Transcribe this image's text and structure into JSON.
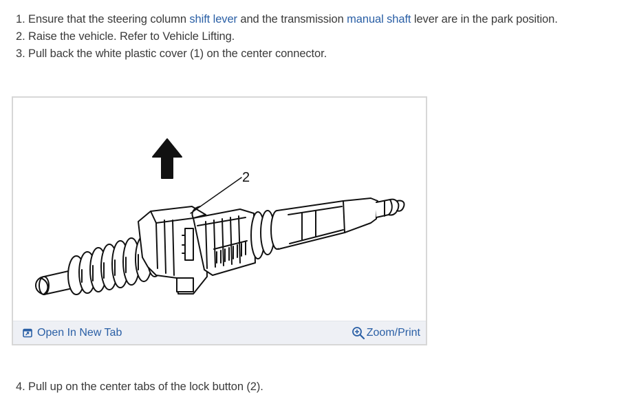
{
  "steps": {
    "s1": {
      "number": "1.",
      "text_a": " Ensure that the steering column ",
      "link_a": "shift lever",
      "text_b": " and the transmission ",
      "link_b": "manual shaft",
      "text_c": " lever are in the park position."
    },
    "s2": {
      "number": "2.",
      "text_a": " Raise the vehicle. Refer to Vehicle Lifting."
    },
    "s3": {
      "number": "3.",
      "text_a": " Pull back the white plastic cover (1) on the center connector."
    },
    "s4": {
      "number": "4.",
      "text_a": " Pull up on the center tabs of the lock button (2)."
    }
  },
  "figure": {
    "callout_label": "2",
    "open_label": "Open In New Tab",
    "zoom_label": "Zoom/Print",
    "open_icon": "new-tab-icon",
    "zoom_icon": "magnifier-plus-icon",
    "arrow_icon": "up-arrow-icon",
    "link_color": "#2a5fa5",
    "bar_color": "#eef0f5"
  }
}
